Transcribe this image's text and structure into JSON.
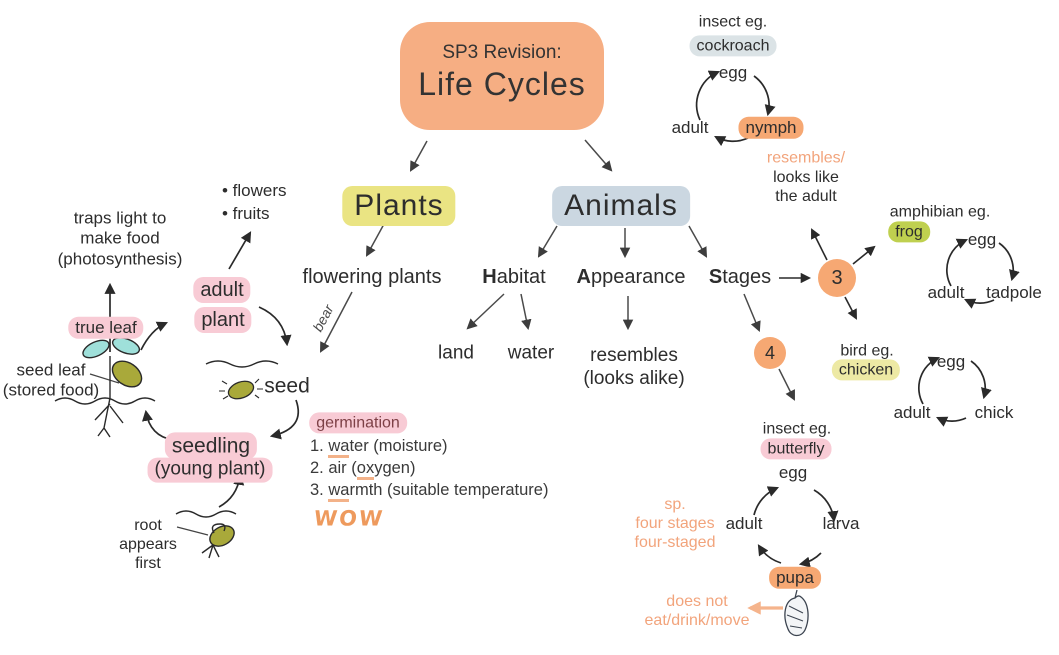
{
  "colors": {
    "title_box": "#f6ae83",
    "pink_highlight": "#f8cbd5",
    "yellow_highlight": "#eae483",
    "blue_highlight": "#cbd7e1",
    "gray_blue_highlight": "#dbe3e6",
    "orange_highlight": "#f6a873",
    "green_highlight": "#bfd04f",
    "orange_text": "#f2a47c"
  },
  "title": {
    "kicker": "SP3 Revision:",
    "heading": "Life Cycles"
  },
  "plants": {
    "heading": "Plants",
    "bullets": "• flowers\n• fruits",
    "adult_line1": "adult",
    "adult_line2": "plant",
    "traps_light": "traps light to\nmake food\n(photosynthesis)",
    "true_leaf": "true leaf",
    "seed_leaf": "seed leaf\n(stored food)",
    "seed": "seed",
    "seedling": "seedling",
    "young_plant": "(young plant)",
    "root_first": "root\nappears\nfirst",
    "flowering": "flowering plants",
    "bear": "bear",
    "germination_title": "germination",
    "germination_items": [
      {
        "pre": "1. ",
        "u": "wa",
        "rest": "ter (moisture)"
      },
      {
        "pre": "2. air (",
        "u": "ox",
        "rest": "ygen)"
      },
      {
        "pre": "3. ",
        "u": "wa",
        "rest": "rmth (suitable temperature)"
      }
    ],
    "wow": "WOW"
  },
  "animals": {
    "heading": "Animals",
    "habitat_initial": "H",
    "habitat_rest": "abitat",
    "appearance_initial": "A",
    "appearance_rest": "ppearance",
    "stages_initial": "S",
    "stages_rest": "tages",
    "land": "land",
    "water": "water",
    "resembles": "resembles\n(looks alike)",
    "stage_three": "3",
    "stage_four": "4"
  },
  "cycles": {
    "cockroach": {
      "caption": "insect eg.",
      "species": "cockroach",
      "egg": "egg",
      "nymph": "nymph",
      "adult": "adult",
      "note_highlight": "resembles/",
      "note": "looks like\nthe adult"
    },
    "frog": {
      "caption": "amphibian eg.",
      "species": "frog",
      "egg": "egg",
      "tadpole": "tadpole",
      "adult": "adult"
    },
    "chicken": {
      "caption": "bird eg.",
      "species": "chicken",
      "egg": "egg",
      "chick": "chick",
      "adult": "adult"
    },
    "butterfly": {
      "caption": "insect eg.",
      "species": "butterfly",
      "egg": "egg",
      "larva": "larva",
      "pupa": "pupa",
      "adult": "adult",
      "sp_note": "sp.\nfour stages\nfour-staged",
      "pupa_note": "does not\neat/drink/move"
    }
  }
}
